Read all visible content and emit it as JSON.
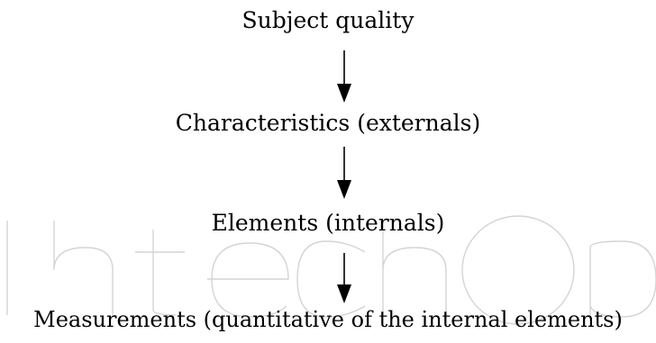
{
  "diagram": {
    "nodes": [
      {
        "id": "subject-quality",
        "label": "Subject quality"
      },
      {
        "id": "characteristics",
        "label": "Characteristics (externals)"
      },
      {
        "id": "elements",
        "label": "Elements (internals)"
      },
      {
        "id": "measurements",
        "label": "Measurements (quantitative of the internal elements)"
      }
    ],
    "edges": [
      {
        "from": "subject-quality",
        "to": "characteristics"
      },
      {
        "from": "characteristics",
        "to": "elements"
      },
      {
        "from": "elements",
        "to": "measurements"
      }
    ]
  },
  "colors": {
    "text": "#000000",
    "arrow": "#000000",
    "watermark": "#d4d4d4",
    "background": "#ffffff"
  },
  "watermark_logo": "intechopen"
}
